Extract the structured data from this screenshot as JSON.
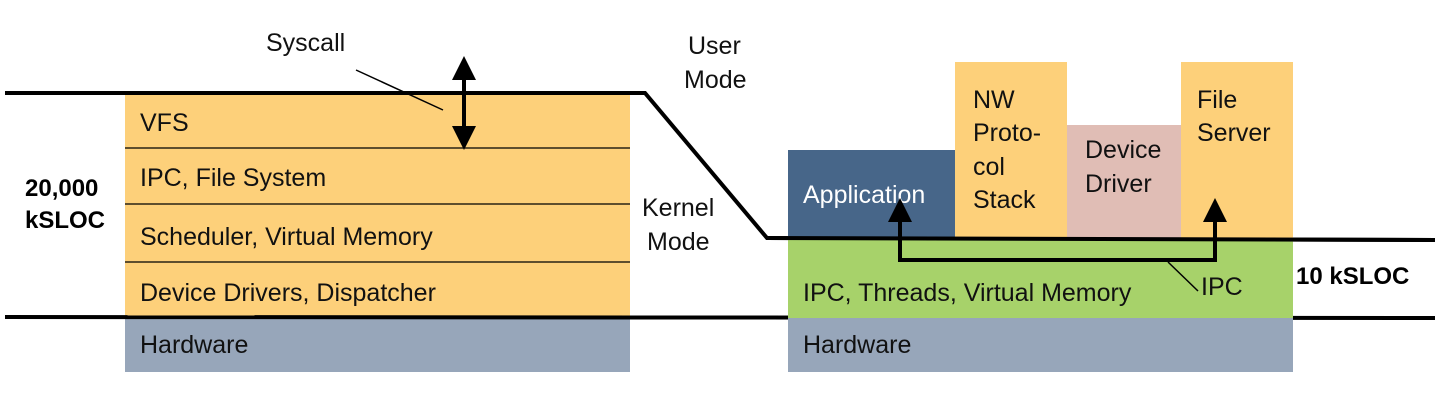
{
  "colors": {
    "layer_orange": "#FDD07A",
    "hardware_gray": "#97A6BA",
    "application_blue": "#476689",
    "device_driver_pink": "#E0BDB5",
    "microkernel_green": "#A7D26A",
    "line": "#000000"
  },
  "monolithic": {
    "syscall_label": "Syscall",
    "size_line1": "20,000",
    "size_line2": "kSLOC",
    "layers": [
      "VFS",
      "IPC, File System",
      "Scheduler, Virtual Memory",
      "Device Drivers, Dispatcher"
    ],
    "hardware": "Hardware"
  },
  "modes": {
    "user_line1": "User",
    "user_line2": "Mode",
    "kernel_line1": "Kernel",
    "kernel_line2": "Mode"
  },
  "microkernel": {
    "application": "Application",
    "nw_stack": [
      "NW",
      "Proto-",
      "col",
      "Stack"
    ],
    "device_driver": [
      "Device",
      "Driver"
    ],
    "file_server": [
      "File",
      "Server"
    ],
    "kernel_layer": "IPC, Threads, Virtual Memory",
    "ipc_label": "IPC",
    "size": "10 kSLOC",
    "hardware": "Hardware"
  }
}
